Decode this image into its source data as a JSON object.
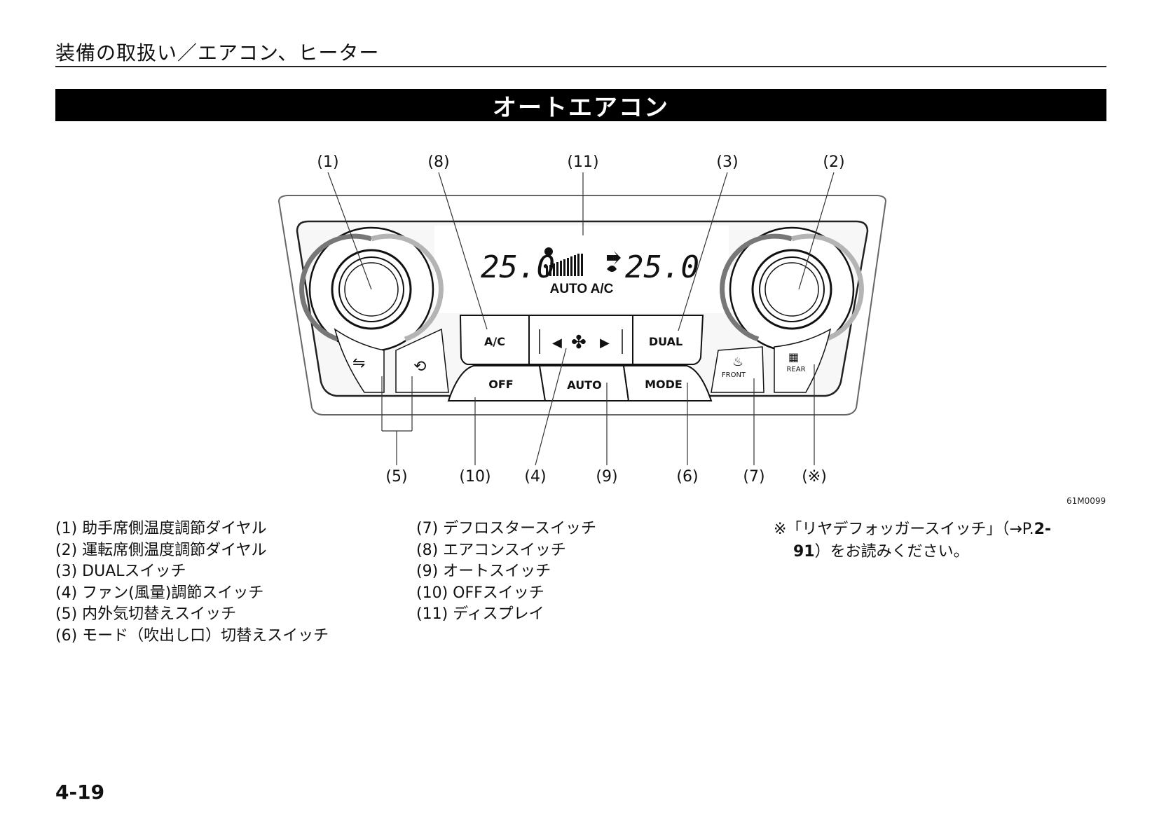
{
  "header": {
    "title": "装備の取扱い／エアコン、ヒーター"
  },
  "section": {
    "title": "オートエアコン"
  },
  "figure": {
    "code": "61M0099",
    "callouts_top": [
      "(1)",
      "(8)",
      "(11)",
      "(3)",
      "(2)"
    ],
    "callouts_bottom": [
      "(5)",
      "(10)",
      "(4)",
      "(9)",
      "(6)",
      "(7)",
      "(※)"
    ],
    "display": {
      "left_temp": "25.0",
      "right_temp": "25.0",
      "status": "AUTO A/C"
    },
    "buttons": {
      "ac": "A/C",
      "dual": "DUAL",
      "off": "OFF",
      "auto": "AUTO",
      "mode": "MODE",
      "front": "FRONT",
      "rear": "REAR"
    }
  },
  "legend": {
    "col1": [
      "(1) 助手席側温度調節ダイヤル",
      "(2) 運転席側温度調節ダイヤル",
      "(3) DUALスイッチ",
      "(4) ファン(風量)調節スイッチ",
      "(5) 内外気切替えスイッチ",
      "(6) モード（吹出し口）切替えスイッチ"
    ],
    "col2": [
      "(7) デフロスタースイッチ",
      "(8) エアコンスイッチ",
      "(9) オートスイッチ",
      "(10) OFFスイッチ",
      "(11) ディスプレイ"
    ]
  },
  "note": {
    "line1_prefix": "※「リヤデフォッガースイッチ」（→P.",
    "page_ref_a": "2-",
    "page_ref_b": "91",
    "line2_suffix": "）をお読みください。"
  },
  "page_number": "4-19"
}
